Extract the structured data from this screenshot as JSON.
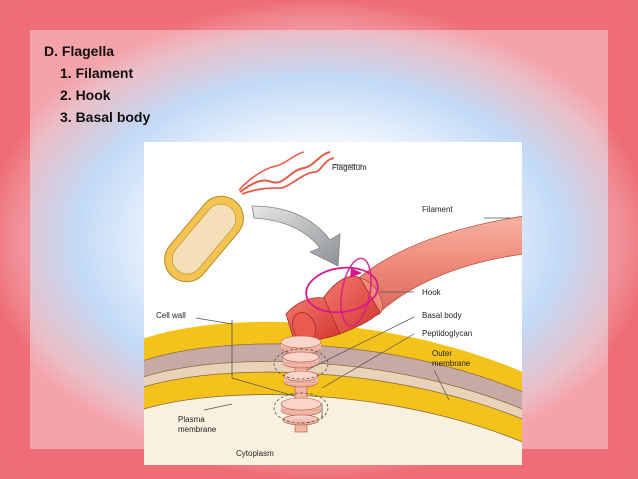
{
  "slide": {
    "heading": "D. Flagella",
    "items": [
      "1. Filament",
      "2. Hook",
      "3. Basal body"
    ]
  },
  "diagram": {
    "labels": {
      "flagellum": "Flagellum",
      "filament": "Filament",
      "hook": "Hook",
      "basal_body": "Basal body",
      "peptidoglycan": "Peptidoglycan",
      "outer_membrane_1": "Outer",
      "outer_membrane_2": "membrane",
      "cell_wall": "Cell wall",
      "plasma_membrane_1": "Plasma",
      "plasma_membrane_2": "membrane",
      "cytoplasm": "Cytoplasm"
    }
  },
  "colors": {
    "frame_red": "#ee6e76",
    "frame_blue": "#b9d4f3",
    "membrane_yellow": "#f3c21b",
    "filament_salmon": "#f08a7a",
    "hook_red": "#e2453c",
    "rotation_magenta": "#d6198a",
    "arrow_gray": "#a9abae"
  }
}
